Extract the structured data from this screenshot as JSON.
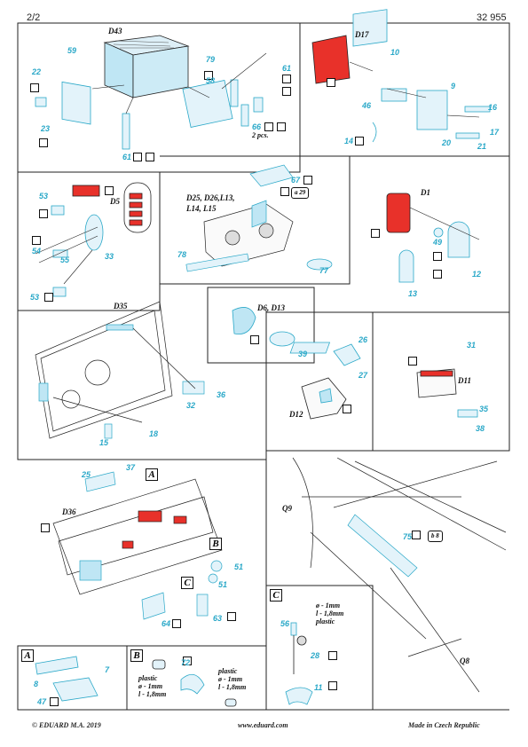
{
  "header": {
    "page": "2/2",
    "code": "32 955"
  },
  "footer": {
    "copyright": "© EDUARD  M.A. 2019",
    "url": "www.eduard.com",
    "origin": "Made in Czech Republic"
  },
  "panel_letters": {
    "a": "A",
    "b": "B",
    "c": "C"
  },
  "labels": {
    "d43": "D43",
    "d17": "D17",
    "d5": "D5",
    "d1": "D1",
    "d25": "D25, D26,L13,",
    "d25b": "L14, L15",
    "d35": "D35",
    "d6": "D6, D13",
    "d12": "D12",
    "d11": "D11",
    "d36": "D36",
    "q9": "Q9",
    "q8": "Q8"
  },
  "notes": {
    "two_pcs": "2 pcs.",
    "plastic_b1": "plastic\nø - 1mm\nl - 1,8mm",
    "plastic_b2": "plastic\nø - 1mm\nl - 1,8mm",
    "plastic_c": "ø - 1mm\nl - 1,8mm\nplastic"
  },
  "tags": {
    "a29": "a 29",
    "b8": "b 8"
  },
  "part_numbers": {
    "p59": "59",
    "p22": "22",
    "p23": "23",
    "p61a": "61",
    "p79": "79",
    "p58": "58",
    "p61b": "61",
    "p66": "66",
    "p10": "10",
    "p9": "9",
    "p46": "46",
    "p16": "16",
    "p14": "14",
    "p20": "20",
    "p21": "21",
    "p17": "17",
    "p53a": "53",
    "p54": "54",
    "p55": "55",
    "p33": "33",
    "p53b": "53",
    "p67": "67",
    "p78": "78",
    "p77": "77",
    "p49": "49",
    "p12": "12",
    "p13": "13",
    "p39": "39",
    "p32": "32",
    "p36": "36",
    "p18": "18",
    "p15": "15",
    "p26": "26",
    "p27": "27",
    "p31": "31",
    "p35": "35",
    "p38": "38",
    "p25": "25",
    "p37": "37",
    "p51a": "51",
    "p51b": "51",
    "p64": "64",
    "p63": "63",
    "p75": "75",
    "p56": "56",
    "p28": "28",
    "p11": "11",
    "p7": "7",
    "p8": "8",
    "p47": "47",
    "p72": "72"
  },
  "colors": {
    "part_blue": "#2aa8c8",
    "fill_blue": "#bfe6f4",
    "red": "#e8312a",
    "line": "#222222"
  }
}
